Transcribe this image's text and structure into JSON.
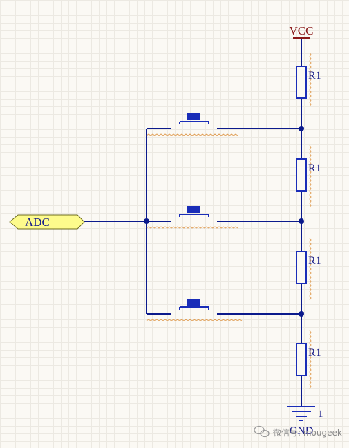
{
  "schematic": {
    "power_label": "VCC",
    "ground_label": "GND",
    "ground_pin": "1",
    "resistor_labels": [
      "R1",
      "R1",
      "R1",
      "R1"
    ],
    "port_label": "ADC"
  },
  "watermark": {
    "text": "微信号: mougeek"
  },
  "colors": {
    "wire": "#0b1a8c",
    "component": "#1a2db8",
    "text": "#1a1f8a",
    "power_text": "#8b1a1a",
    "port_fill": "#fdfb8c",
    "port_stroke": "#6b6a1e",
    "squiggle": "#e0a15a",
    "background": "#fbf9f4"
  }
}
